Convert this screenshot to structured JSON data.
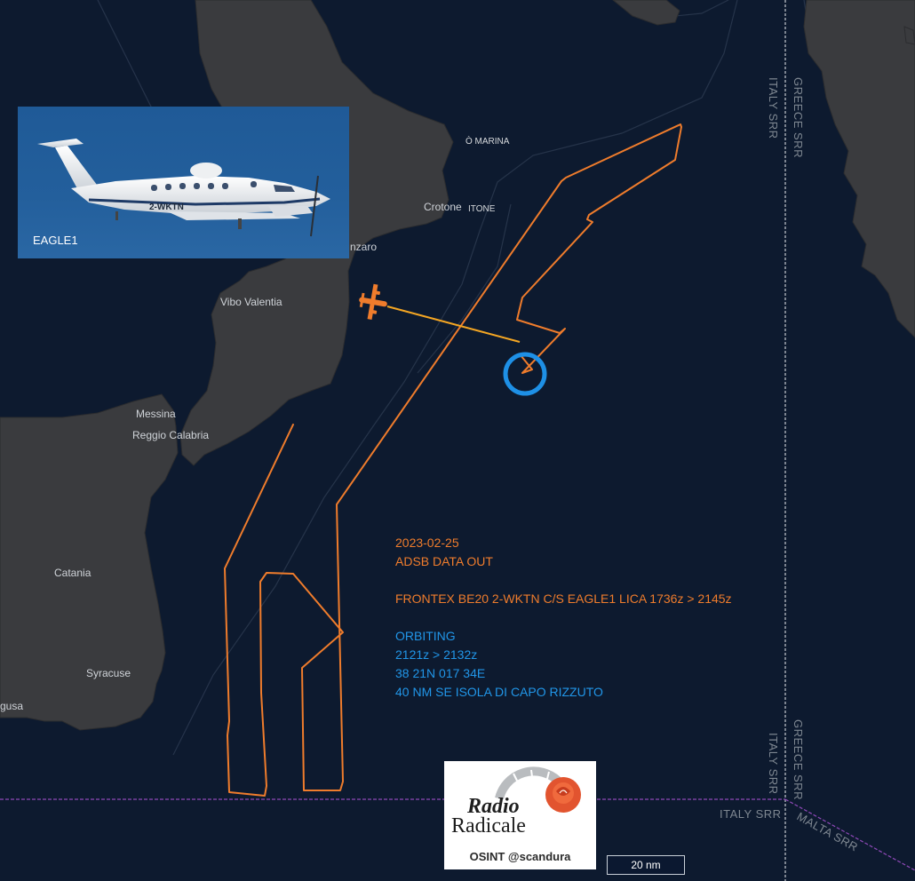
{
  "photo": {
    "caption": "EAGLE1",
    "registration": "2-WKTN"
  },
  "places": {
    "o_marina": "Ò MARINA",
    "crotone": "Crotone",
    "crotone_tag": "ITONE",
    "catanzaro_frag": "nzaro",
    "vibo": "Vibo Valentia",
    "messina": "Messina",
    "reggio": "Reggio Calabria",
    "catania": "Catania",
    "syracuse": "Syracuse",
    "ragusa_frag": "gusa"
  },
  "srr": {
    "italy_top": "ITALY SRR",
    "greece_top": "GREECE SRR",
    "italy_bottom": "ITALY SRR",
    "greece_bottom": "GREECE SRR",
    "italy_horizontal": "ITALY SRR",
    "malta": "MALTA SRR"
  },
  "info": {
    "date": "2023-02-25",
    "source": "ADSB DATA OUT",
    "flight": "FRONTEX BE20 2-WKTN C/S EAGLE1 LICA 1736z > 2145z",
    "status": "ORBITING",
    "time_range": "2121z > 2132z",
    "coords": "38 21N 017 34E",
    "distance": "40 NM  SE ISOLA DI CAPO RIZZUTO"
  },
  "logo": {
    "line1": "Radio",
    "line2": "Radicale",
    "credit": "OSINT @scandura"
  },
  "scale": {
    "label": "20 nm"
  },
  "colors": {
    "sea": "#0d1a2f",
    "land": "#3a3b3e",
    "track": "#ef7c2c",
    "orbit_marker": "#1e90e6",
    "info_orange": "#ef7c2c",
    "info_blue": "#2196e8",
    "srr_line": "#c7cad0",
    "malta_line": "#8f49b8"
  }
}
